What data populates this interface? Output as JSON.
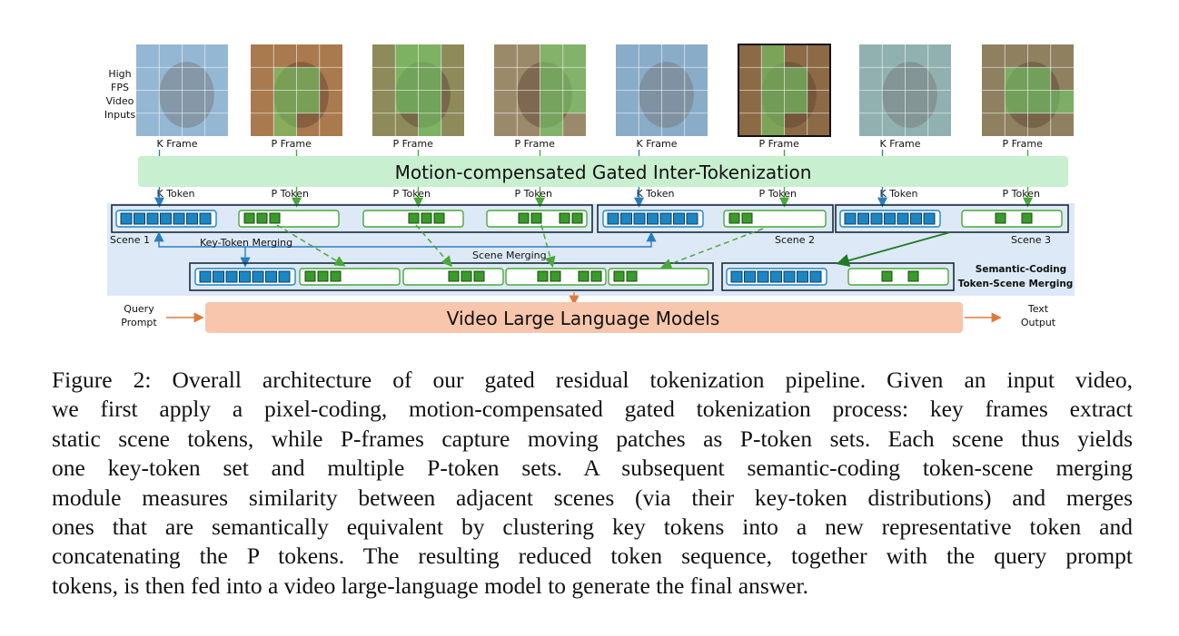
{
  "figure": {
    "input_label": [
      "High",
      "FPS",
      "Video",
      "Inputs"
    ],
    "frames": [
      {
        "label": "K Frame",
        "kind": "key"
      },
      {
        "label": "P Frame",
        "kind": "p"
      },
      {
        "label": "P Frame",
        "kind": "p"
      },
      {
        "label": "P Frame",
        "kind": "p"
      },
      {
        "label": "K Frame",
        "kind": "key"
      },
      {
        "label": "P Frame",
        "kind": "p"
      },
      {
        "label": "K Frame",
        "kind": "key"
      },
      {
        "label": "P Frame",
        "kind": "p"
      }
    ],
    "tokenizer_label": "Motion-compensated Gated Inter-Tokenization",
    "token_labels": [
      "K Token",
      "P Token",
      "P Token",
      "P Token",
      "K Token",
      "P Token",
      "K Token",
      "P Token"
    ],
    "scene_labels": [
      "Scene 1",
      "Scene 2",
      "Scene 3"
    ],
    "key_token_merging": "Key-Token Merging",
    "scene_merging": "Scene Merging",
    "semantic_label": [
      "Semantic-Coding",
      "Token-Scene Merging"
    ],
    "query_label": [
      "Query",
      "Prompt"
    ],
    "llm_label": "Video Large Language Models",
    "output_label": [
      "Text",
      "Output"
    ],
    "colors": {
      "tokenizer_bar": "#c8efcf",
      "scene_bg": "#dde9f6",
      "llm_bar": "#f7c6ad",
      "key_token": "#1c86c4",
      "p_token": "#3a9a2a",
      "arrow_blue": "#2a7dbd",
      "arrow_green": "#4aa83a",
      "arrow_orange": "#e07a3c"
    }
  },
  "caption": {
    "lines": [
      "Figure 2: Overall architecture of our gated residual tokenization pipeline. Given an input video,",
      "we first apply a pixel-coding, motion-compensated gated tokenization process: key frames extract",
      "static scene tokens, while P-frames capture moving patches as P-token sets. Each scene thus yields",
      "one key-token set and multiple P-token sets. A subsequent semantic-coding token-scene merging",
      "module measures similarity between adjacent scenes (via their key-token distributions) and merges",
      "ones that are semantically equivalent by clustering key tokens into a new representative token and",
      "concatenating the P tokens. The resulting reduced token sequence, together with the query prompt",
      "tokens, is then fed into a video large-language model to generate the final answer."
    ]
  }
}
